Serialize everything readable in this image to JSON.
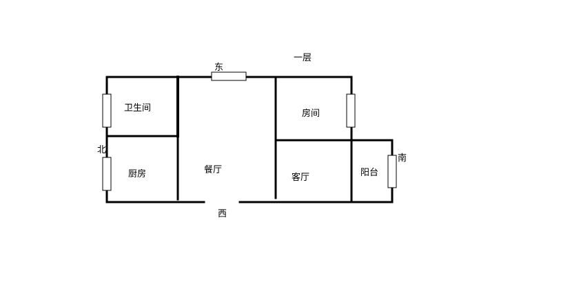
{
  "floor_label": "一层",
  "directions": {
    "east": "东",
    "west": "西",
    "north": "北",
    "south": "南"
  },
  "rooms": {
    "bathroom": "卫生间",
    "kitchen": "厨房",
    "dining": "餐厅",
    "bedroom": "房间",
    "living": "客厅",
    "balcony": "阳台"
  },
  "colors": {
    "wall": "#000000",
    "window": "#000000",
    "background": "#ffffff"
  }
}
